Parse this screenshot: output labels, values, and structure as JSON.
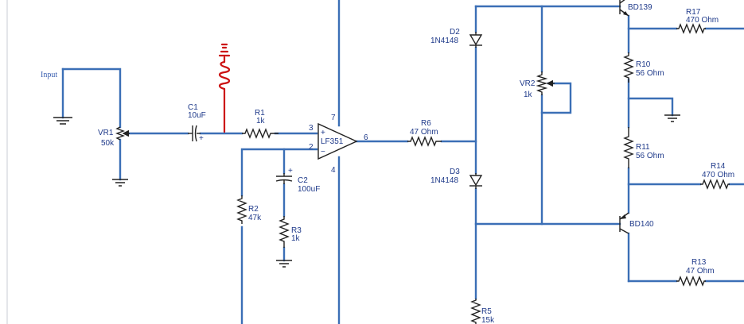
{
  "colors": {
    "wire": "#3b6fb6",
    "component": "#222222",
    "text": "#1f3a8a",
    "annotation": "#cc1111"
  },
  "labels": {
    "input": "Input",
    "vr1_name": "VR1",
    "vr1_value": "50k",
    "c1_name": "C1",
    "c1_value": "10uF",
    "c1_plus": "+",
    "r1_name": "R1",
    "r1_value": "1k",
    "opamp_part": "LF351",
    "opamp_plus": "+",
    "opamp_minus": "−",
    "pin3": "3",
    "pin2": "2",
    "pin6": "6",
    "pin7": "7",
    "pin4": "4",
    "c2_name": "C2",
    "c2_value": "100uF",
    "c2_plus": "+",
    "r2_name": "R2",
    "r2_value": "47k",
    "r3_name": "R3",
    "r3_value": "1k",
    "r6_name": "R6",
    "r6_value": "47 Ohm",
    "d2_name": "D2",
    "d2_part": "1N4148",
    "d3_name": "D3",
    "d3_part": "1N4148",
    "vr2_name": "VR2",
    "vr2_value": "1k",
    "r5_name": "R5",
    "r5_value": "15k",
    "q1_part": "BD139",
    "q2_part": "BD140",
    "r17_name": "R17",
    "r17_value": "470 Ohm",
    "r10_name": "R10",
    "r10_value": "56 Ohm",
    "r11_name": "R11",
    "r11_value": "56 Ohm",
    "r14_name": "R14",
    "r14_value": "470 Ohm",
    "r13_name": "R13",
    "r13_value": "47 Ohm"
  }
}
